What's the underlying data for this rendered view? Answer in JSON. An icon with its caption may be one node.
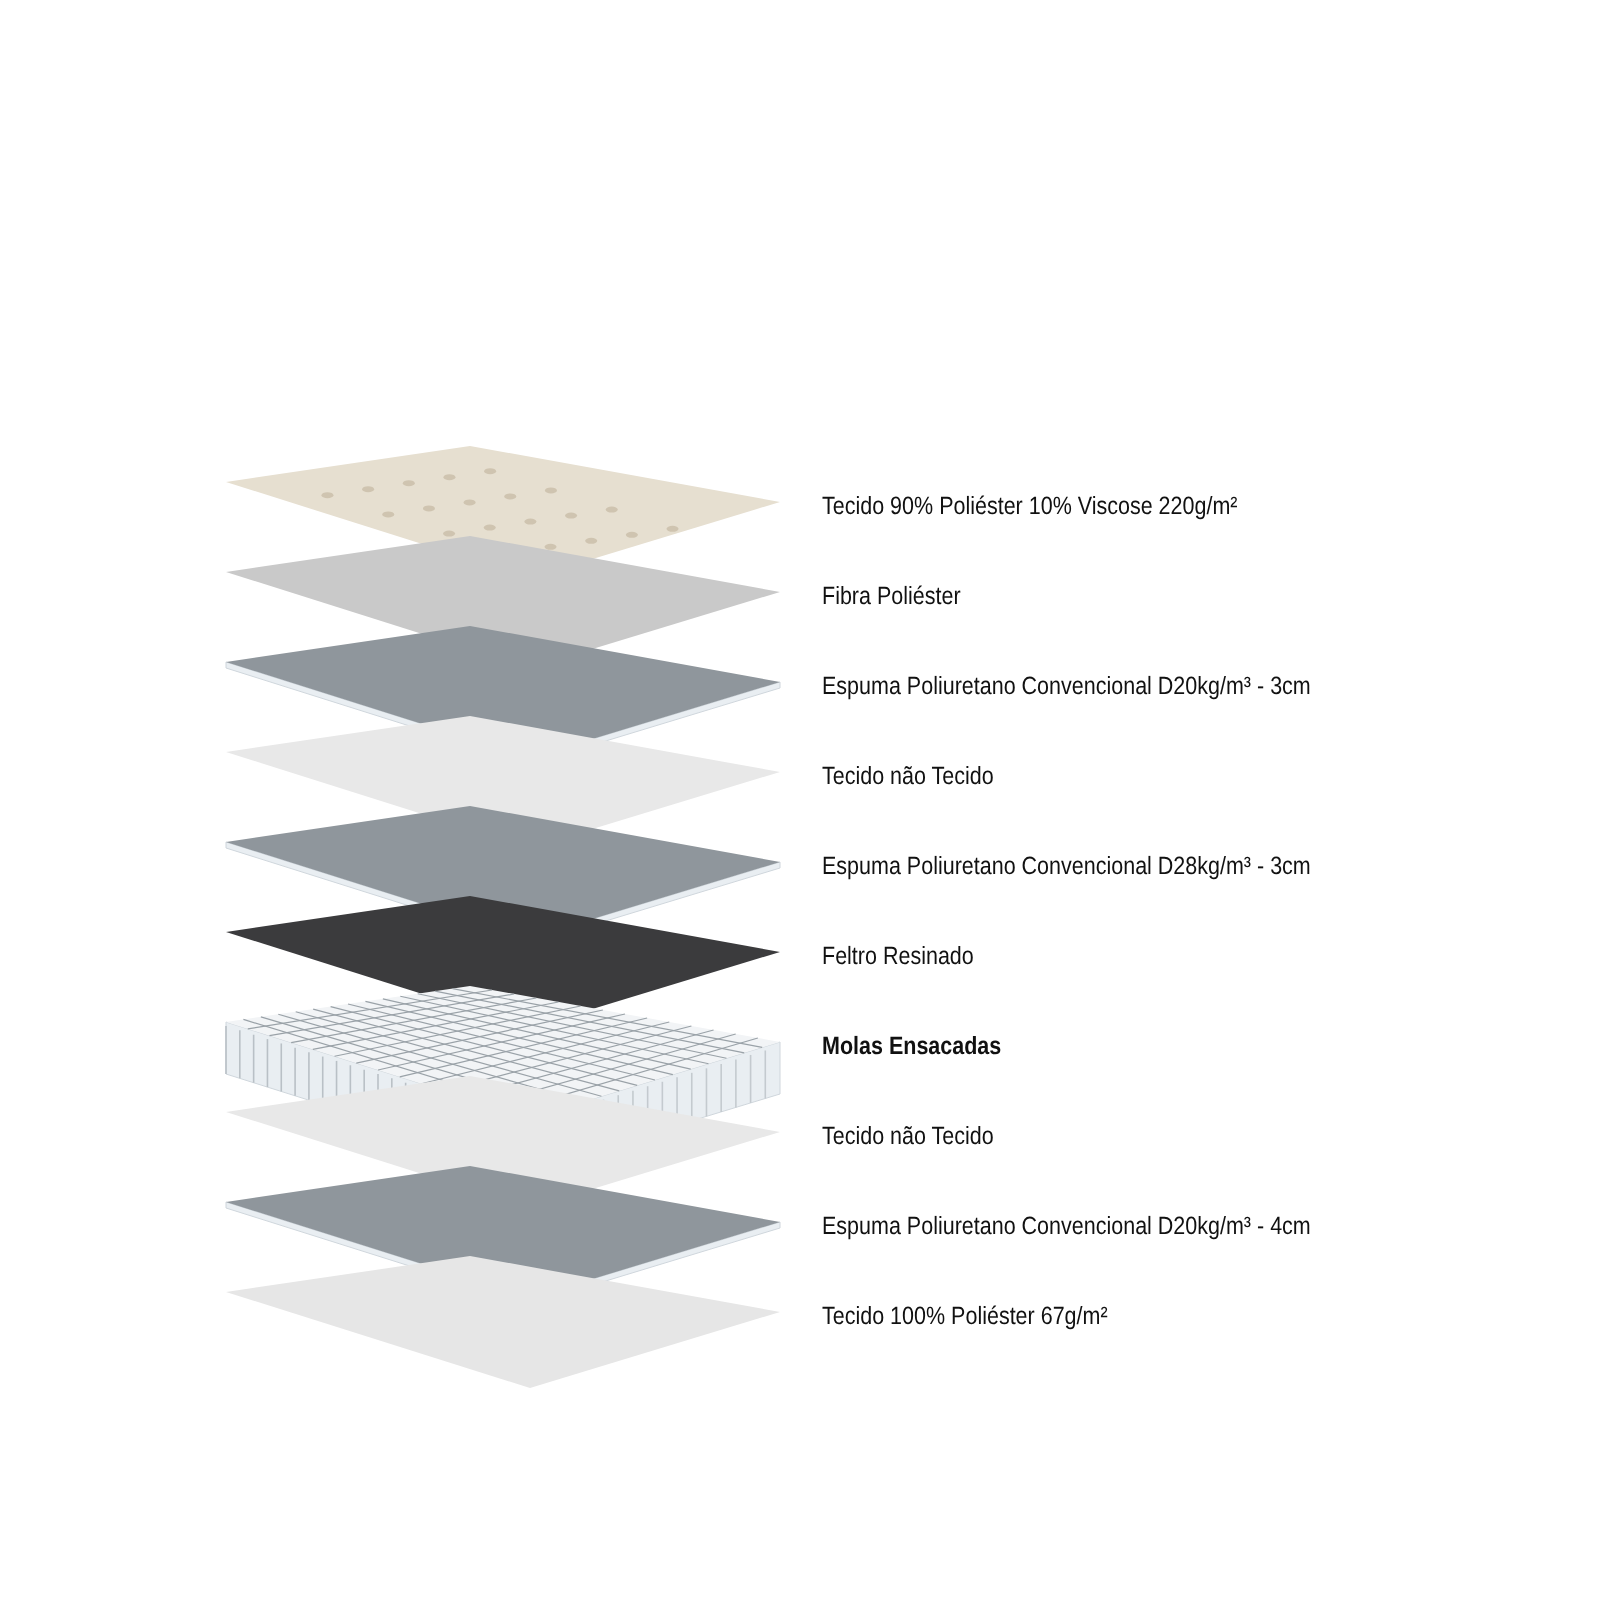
{
  "diagram": {
    "labels": [
      "Tecido 90% Poliéster 10% Viscose 220g/m²",
      "Fibra Poliéster",
      "Espuma Poliuretano Convencional D20kg/m³ - 3cm",
      "Tecido não Tecido",
      "Espuma Poliuretano Convencional D28kg/m³ - 3cm",
      "Feltro Resinado",
      "Molas Ensacadas",
      "Tecido não Tecido",
      "Espuma Poliuretano Convencional D20kg/m³ - 4cm",
      "Tecido 100% Poliéster 67g/m²"
    ]
  }
}
